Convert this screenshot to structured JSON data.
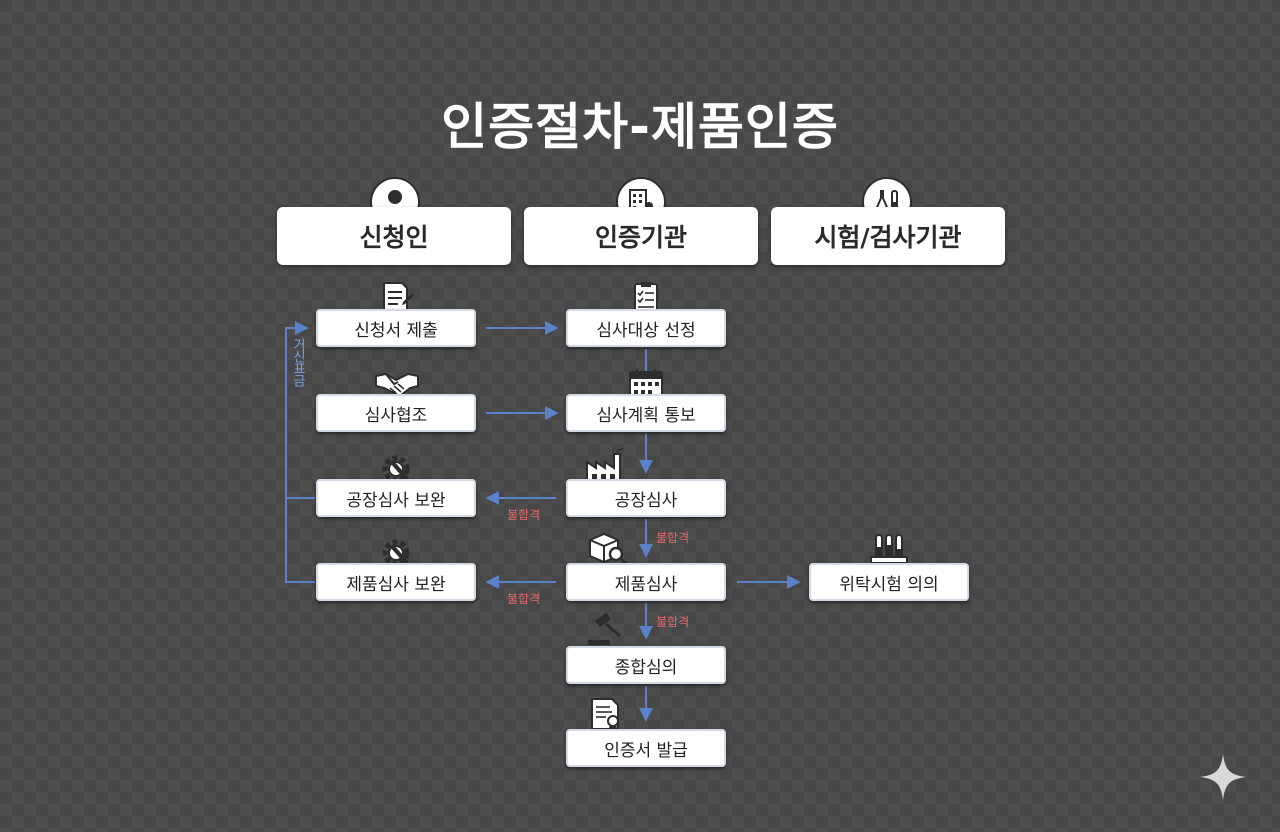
{
  "title": "인증절차-제품인증",
  "columns": {
    "applicant": "신청인",
    "cert_body": "인증기관",
    "test_body": "시험/검사기관"
  },
  "nodes": {
    "apply": "신청서 제출",
    "select": "심사대상 선정",
    "coop": "심사협조",
    "plan": "심사계획 통보",
    "factory_fix": "공장심사 보완",
    "factory": "공장심사",
    "product_fix": "제품심사 보완",
    "product": "제품심사",
    "consign": "위탁시험 의의",
    "review": "종합심의",
    "issue": "인증서 발급"
  },
  "labels": {
    "fail_1": "불합격",
    "fail_2": "불합격",
    "fail_3": "불합격",
    "fail_4": "불합격",
    "side": "거신표금"
  },
  "colors": {
    "background": "#474747",
    "arrow": "#5b82c9",
    "fail_text": "#e86a6a",
    "box": "#ffffff"
  },
  "icons": {
    "applicant": "person-icon",
    "cert_body": "building-icon",
    "test_body": "flask-icon"
  }
}
